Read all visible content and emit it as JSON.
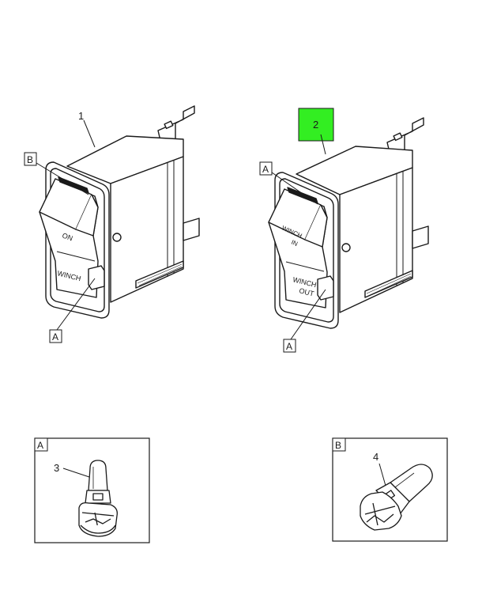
{
  "callouts": {
    "part1": "1",
    "part2": "2",
    "part3": "3",
    "part4": "4"
  },
  "letters": {
    "b_left": "B",
    "a_left_bottom": "A",
    "a_right_top": "A",
    "a_right_bottom": "A",
    "detail_a": "A",
    "detail_b": "B"
  },
  "switch1_labels": {
    "on": "ON",
    "winch": "WINCH"
  },
  "switch2_labels": {
    "winch_in_1": "WINCH",
    "winch_in_2": "IN",
    "winch_out_1": "WINCH",
    "winch_out_2": "OUT"
  },
  "colors": {
    "highlight": "#33ee22",
    "line": "#1a1a1a"
  }
}
